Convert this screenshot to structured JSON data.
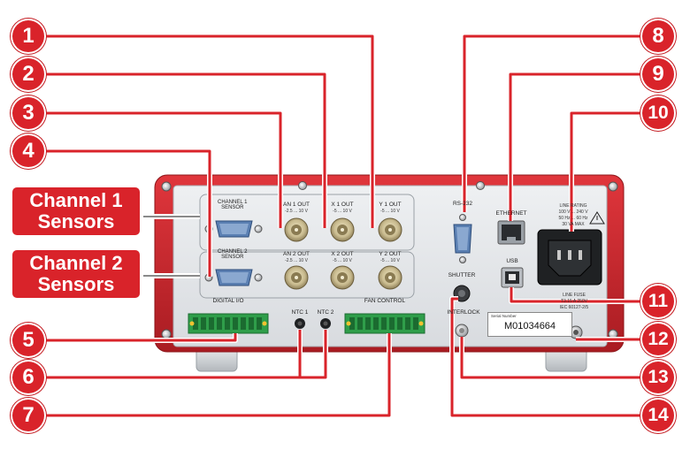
{
  "callouts": [
    "1",
    "2",
    "3",
    "4",
    "5",
    "6",
    "7",
    "8",
    "9",
    "10",
    "11",
    "12",
    "13",
    "14"
  ],
  "groups": {
    "channel1": "Channel 1 Sensors",
    "channel2": "Channel 2 Sensors"
  },
  "panel": {
    "ch1_sensor": [
      "CHANNEL 1",
      "SENSOR"
    ],
    "ch2_sensor": [
      "CHANNEL 2",
      "SENSOR"
    ],
    "an1_out": "AN 1 OUT",
    "an1_range": "-2.5 ... 10 V",
    "x1_out": "X 1 OUT",
    "x1_range": "-5 ... 10 V",
    "y1_out": "Y 1 OUT",
    "y1_range": "-5 ... 10 V",
    "an2_out": "AN 2 OUT",
    "an2_range": "-2.5 ... 10 V",
    "x2_out": "X 2 OUT",
    "x2_range": "-5 ... 10 V",
    "y2_out": "Y 2 OUT",
    "y2_range": "-5 ... 10 V",
    "rs232": "RS-232",
    "ethernet": "ETHERNET",
    "usb": "USB",
    "shutter": "SHUTTER",
    "interlock": "INTERLOCK",
    "digital_io": "DIGITAL I/O",
    "ntc1": "NTC 1",
    "ntc2": "NTC 2",
    "fan_control": "FAN CONTROL",
    "line_rating": [
      "LINE RATING",
      "100 V ... 240 V",
      "50 Hz ... 60 Hz",
      "30 VA MAX"
    ],
    "line_fuse": [
      "LINE FUSE",
      "T3.15 A 250V",
      "IEC 60127-2/5"
    ],
    "serial_label": "Serial Number",
    "serial_value": "M01034664"
  },
  "colors": {
    "callout_red": "#d9232a",
    "chassis_red": "#c8262c",
    "panel_silver": "#e4e6e9",
    "terminal_green": "#2f9e4a",
    "bnc_brass": "#c9bb8f",
    "dsub_blue": "#5a7fb2"
  }
}
